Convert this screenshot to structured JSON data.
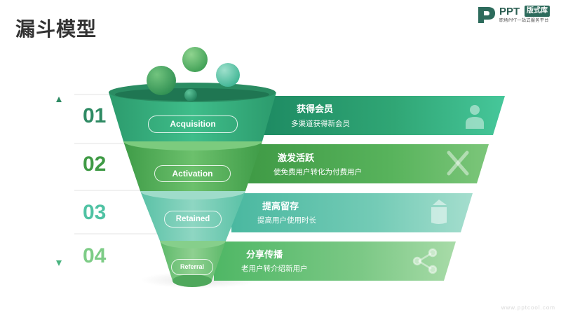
{
  "title": "漏斗模型",
  "logo": {
    "brand": "PPT",
    "badge": "版式库",
    "tagline": "职场PPT一站式服务平台"
  },
  "watermark": "www.pptcool.com",
  "colors": {
    "dark_green": "#2e8a63",
    "mid_green": "#45b47c",
    "teal": "#4fc2a3",
    "light_green": "#7dcc86"
  },
  "steps": [
    {
      "number": "01",
      "stage": "Acquisition",
      "heading": "获得会员",
      "description": "多渠道获得新会员",
      "icon": "user-icon"
    },
    {
      "number": "02",
      "stage": "Activation",
      "heading": "激发活跃",
      "description": "使免费用户转化为付费用户",
      "icon": "crossed-tools-icon"
    },
    {
      "number": "03",
      "stage": "Retained",
      "heading": "提高留存",
      "description": "提高用户使用时长",
      "icon": "pie-chart-icon"
    },
    {
      "number": "04",
      "stage": "Referral",
      "heading": "分享传播",
      "description": "老用户转介绍新用户",
      "icon": "share-icon"
    }
  ]
}
